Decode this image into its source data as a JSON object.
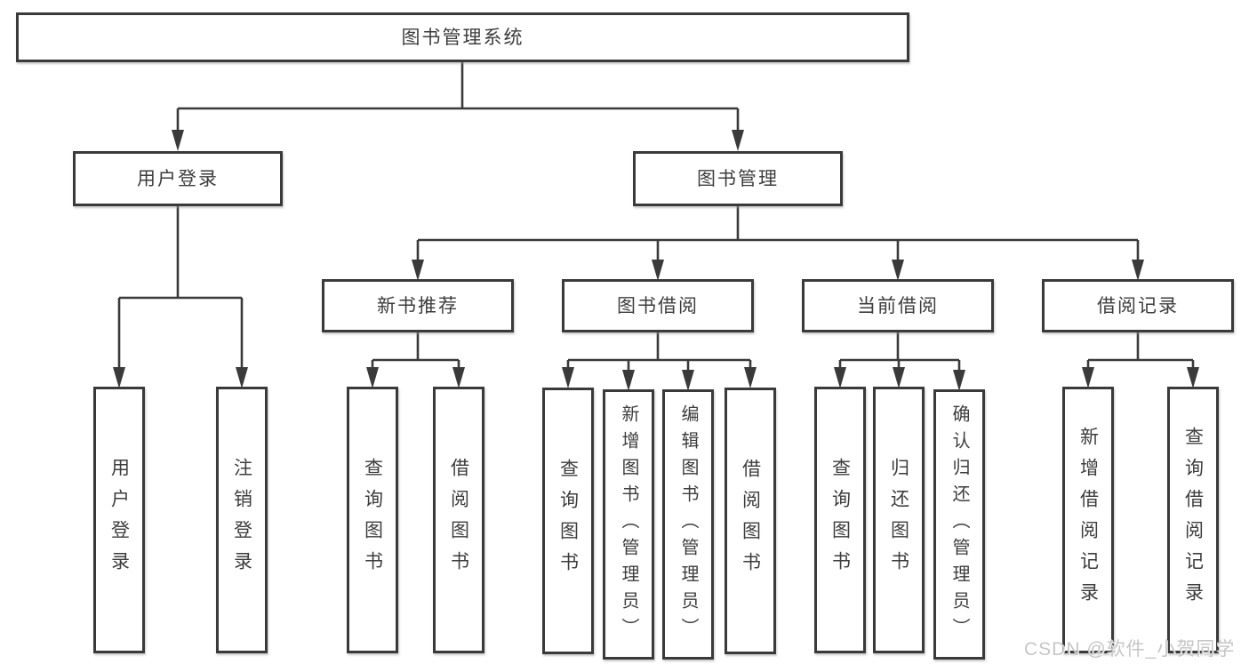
{
  "tree": {
    "label": "图书管理系统",
    "children": [
      {
        "label": "用户登录",
        "children": [
          {
            "label": "用户登录"
          },
          {
            "label": "注销登录"
          }
        ]
      },
      {
        "label": "图书管理",
        "children": [
          {
            "label": "新书推荐",
            "children": [
              {
                "label": "查询图书"
              },
              {
                "label": "借阅图书"
              }
            ]
          },
          {
            "label": "图书借阅",
            "children": [
              {
                "label": "查询图书"
              },
              {
                "label": "新增图书（管理员）"
              },
              {
                "label": "编辑图书（管理员）"
              },
              {
                "label": "借阅图书"
              }
            ]
          },
          {
            "label": "当前借阅",
            "children": [
              {
                "label": "查询图书"
              },
              {
                "label": "归还图书"
              },
              {
                "label": "确认归还（管理员）"
              }
            ]
          },
          {
            "label": "借阅记录",
            "children": [
              {
                "label": "新增借阅记录"
              },
              {
                "label": "查询借阅记录"
              }
            ]
          }
        ]
      }
    ]
  },
  "watermark": {
    "text": "CSDN @软件_小贺同学"
  },
  "colors": {
    "background": "#ffffff",
    "box_border": "#3a3a3a",
    "connector": "#3a3a3a",
    "text": "#3d3d3d",
    "watermark": "#c6c6c6"
  }
}
